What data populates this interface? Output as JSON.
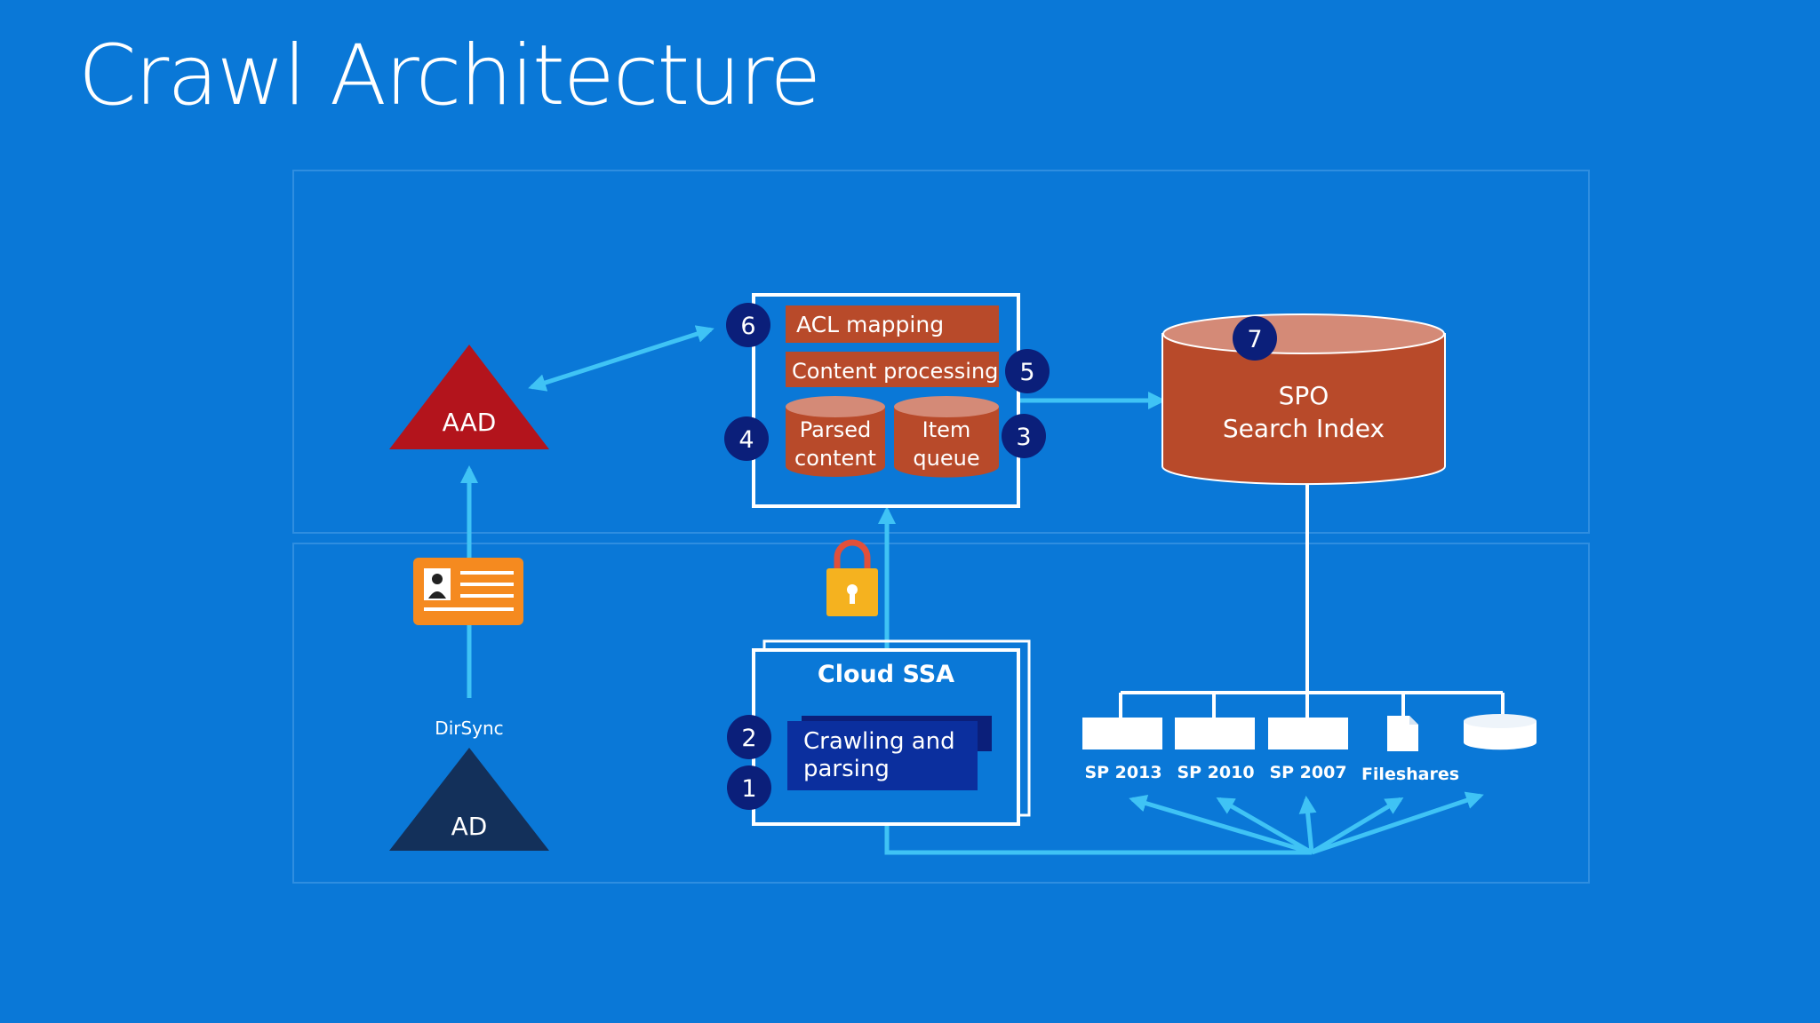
{
  "slide": {
    "title": "Crawl Architecture"
  },
  "identity": {
    "aad_label": "AAD",
    "ad_label": "AD",
    "sync_label": "DirSync"
  },
  "pipeline": {
    "acl_mapping": "ACL mapping",
    "content_processing": "Content processing",
    "parsed_content_line1": "Parsed",
    "parsed_content_line2": "content",
    "item_queue_line1": "Item",
    "item_queue_line2": "queue"
  },
  "index": {
    "line1": "SPO",
    "line2": "Search Index"
  },
  "cloud_ssa": {
    "title": "Cloud SSA",
    "task_line1": "Crawling and",
    "task_line2": "parsing"
  },
  "steps": [
    "1",
    "2",
    "3",
    "4",
    "5",
    "6",
    "7"
  ],
  "sources": [
    "SP 2013",
    "SP 2010",
    "SP 2007",
    "Fileshares"
  ],
  "colors": {
    "background": "#0a78d7",
    "arrow": "#3fc3f5",
    "aad": "#b3141c",
    "ad": "#13305a",
    "pipeline_box": "#b84a2a",
    "step_badge": "#0b1f7a",
    "task_box": "#0b2f9e",
    "lock": "#f5b21f",
    "id_card": "#f58a1f"
  }
}
